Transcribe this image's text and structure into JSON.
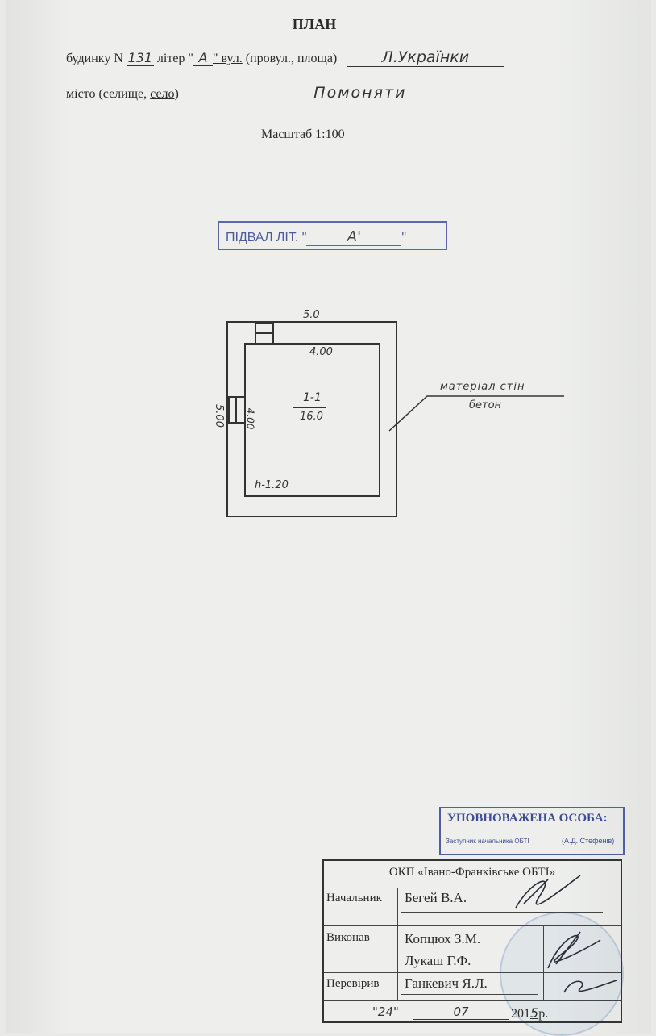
{
  "header": {
    "title": "ПЛАН"
  },
  "address": {
    "house_label": "будинку N",
    "house_number": "131",
    "letter_label": "літер \"",
    "letter_value": "А",
    "street_type": "\" вул.",
    "street_hint": "(провул., площа)",
    "street_value": "Л.Українки",
    "city_label": "місто (селище, ",
    "city_type": "село",
    "city_label_end": ")",
    "city_value": "Помоняти"
  },
  "scale": "Масштаб 1:100",
  "basement": {
    "label": "ПІДВАЛ ЛІТ. \"",
    "value": "А'",
    "end": "\""
  },
  "plan": {
    "outer_width": "5.0",
    "outer_height": "5.00",
    "inner_width": "4.00",
    "inner_height": "4.00",
    "room_number": "1-1",
    "room_area": "16.0",
    "room_height": "h-1.20",
    "wall_material_label": "матеріал стін",
    "wall_material": "бетон"
  },
  "stamp": {
    "title": "УПОВНОВАЖЕНА ОСОБА:",
    "position": "Заступник начальника ОБТІ",
    "name": "(А.Д. Стефенів)"
  },
  "signature_table": {
    "org": "ОКП «Івано-Франківське ОБТІ»",
    "rows": [
      {
        "role": "Начальник",
        "names": [
          "Бегей В.А."
        ]
      },
      {
        "role": "Виконав",
        "names": [
          "Копцюх З.М.",
          "Лукаш Г.Ф."
        ]
      },
      {
        "role": "Перевірив",
        "names": [
          "Ганкевич Я.Л."
        ]
      }
    ],
    "date_day": "\"24\"",
    "date_month": "07",
    "date_year_prefix": "201",
    "date_year_digit": "5",
    "date_suffix": "р."
  },
  "colors": {
    "stamp": "#4f5ea5",
    "ink": "#2a2a2a"
  }
}
